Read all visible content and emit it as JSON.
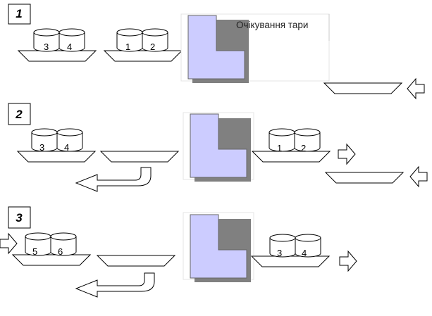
{
  "caption": "Очікування тари",
  "stages": [
    {
      "number": "1",
      "cans_left": [
        "3",
        "4"
      ],
      "cans_right": [
        "1",
        "2"
      ]
    },
    {
      "number": "2",
      "cans_left": [
        "3",
        "4"
      ],
      "cans_right": [
        "1",
        "2"
      ]
    },
    {
      "number": "3",
      "cans_left": [
        "5",
        "6"
      ],
      "cans_right": [
        "3",
        "4"
      ]
    }
  ],
  "colors": {
    "machine_fill": "#ccccff",
    "machine_shadow": "#808080",
    "line": "#000000"
  },
  "icons": {
    "machine": "l-shaped-machine-icon",
    "arrow_right": "arrow-right-icon",
    "arrow_left": "arrow-left-icon",
    "curved_arrow": "curved-return-arrow-icon"
  }
}
